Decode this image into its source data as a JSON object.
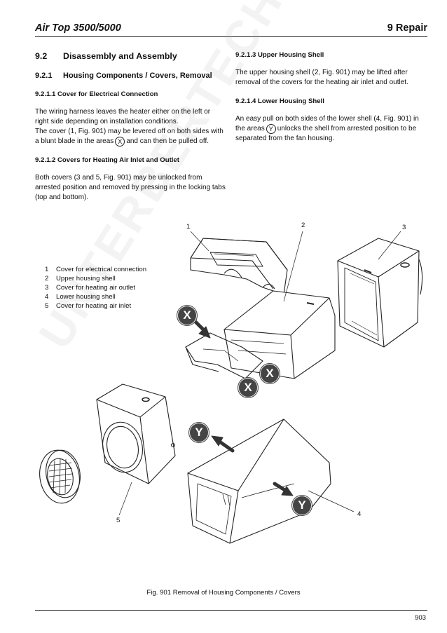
{
  "header": {
    "title": "Air Top 3500/5000",
    "chapter": "9  Repair"
  },
  "left": {
    "s92_num": "9.2",
    "s92_title": "Disassembly and Assembly",
    "s921_num": "9.2.1",
    "s921_title": "Housing Components / Covers, Removal",
    "s9211": "9.2.1.1 Cover for Electrical Connection",
    "p1a": "The wiring harness leaves the heater either on the left or right side depending on installation conditions.",
    "p1b": "The cover (1, Fig. 901) may be levered off on both sides with a blunt blade in the areas",
    "p1c": "and can then be pulled off.",
    "s9212": "9.2.1.2 Covers for Heating Air Inlet and Outlet",
    "p2": "Both covers (3 and 5, Fig. 901) may be unlocked from arrested position and removed by pressing in the locking tabs (top and bottom)."
  },
  "right": {
    "s9213": "9.2.1.3 Upper Housing Shell",
    "p3": "The upper housing shell (2, Fig. 901) may be lifted after removal of the covers for the heating air inlet and outlet.",
    "s9214": "9.2.1.4 Lower Housing Shell",
    "p4a": "An easy pull on both sides of the lower shell (4, Fig. 901) in the areas",
    "p4b": "unlocks the shell from arrested position to be separated from the fan housing."
  },
  "markers": {
    "x": "X",
    "y": "Y"
  },
  "legend": [
    {
      "n": "1",
      "t": "Cover for electrical connection"
    },
    {
      "n": "2",
      "t": "Upper housing shell"
    },
    {
      "n": "3",
      "t": "Cover for heating air outlet"
    },
    {
      "n": "4",
      "t": "Lower housing shell"
    },
    {
      "n": "5",
      "t": "Cover for heating air inlet"
    }
  ],
  "callouts": [
    "1",
    "2",
    "3",
    "4",
    "5"
  ],
  "figure": {
    "caption": "Fig. 901   Removal of Housing Components / Covers"
  },
  "footer": {
    "page": "903"
  },
  "watermark": "UNTERBERTECHNIK"
}
